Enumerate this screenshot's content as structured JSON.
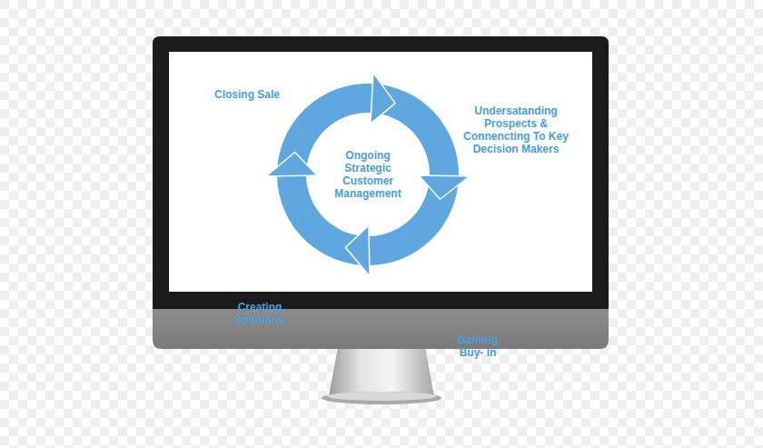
{
  "diagram": {
    "nodes": [
      {
        "text": [
          "Ongoing Strategic Customer Management"
        ]
      }
    ],
    "labels": [
      "Closing Sale",
      "Undersatanding Prospects & Connencting To Key Decision Makers",
      "Creating Solutions",
      "Gaining Buy- In"
    ]
  }
}
